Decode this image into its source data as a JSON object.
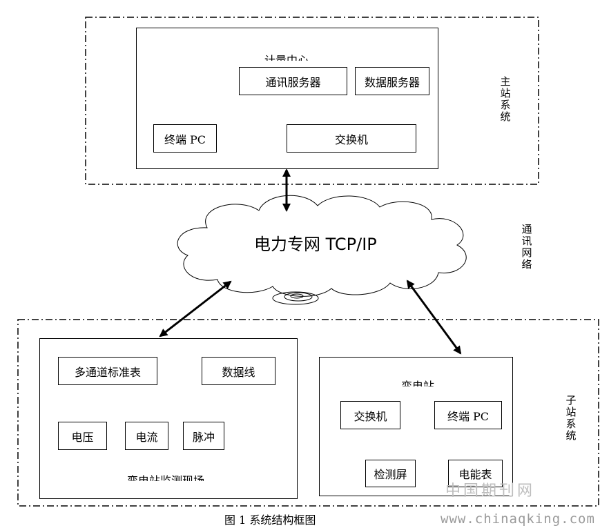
{
  "main_station": {
    "system_label": "主站系统",
    "center_title": "计量中心",
    "comm_server": "通讯服务器",
    "data_server": "数据服务器",
    "terminal_pc": "终端 PC",
    "switch": "交换机"
  },
  "network": {
    "label": "通讯网络",
    "cloud_text": "电力专网 TCP/IP"
  },
  "sub_station": {
    "system_label": "子站系统",
    "monitor_site": {
      "title": "变电站监测现场",
      "standard_meter": "多通道标准表",
      "data_line": "数据线",
      "voltage": "电压",
      "current": "电流",
      "pulse": "脉冲"
    },
    "substation": {
      "title": "变电站",
      "switch": "交换机",
      "terminal_pc": "终端 PC",
      "detect_screen": "检测屏",
      "energy_meter": "电能表"
    }
  },
  "caption": "图 1 系统结构框图",
  "watermark": {
    "cn": "中国期刊网",
    "url": "www.chinaqking.com"
  }
}
